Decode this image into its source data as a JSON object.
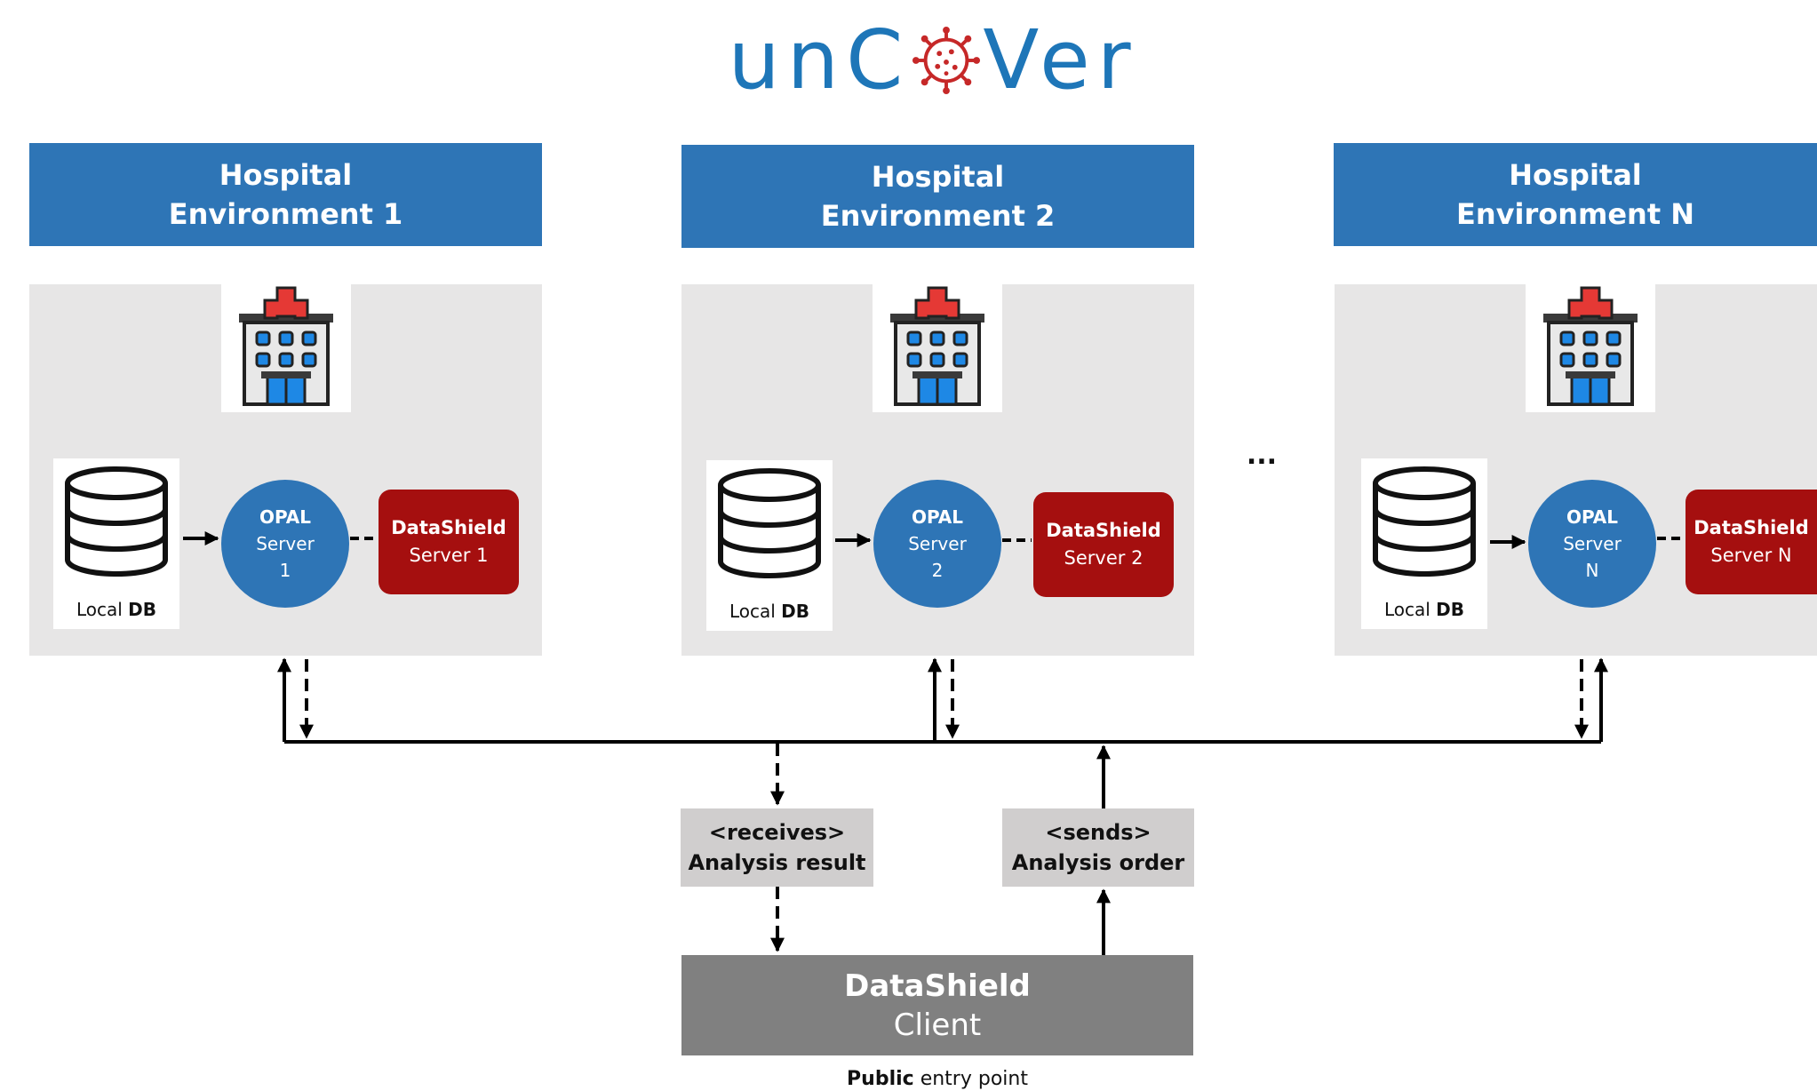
{
  "logo": {
    "text_before": "unC",
    "text_after": "Ver",
    "emblem_icon": "virus-icon"
  },
  "environments": [
    {
      "header_line1": "Hospital",
      "header_line2": "Environment 1",
      "db_label_prefix": "Local ",
      "db_label_bold": "DB",
      "opal_line1": "OPAL",
      "opal_line2": "Server",
      "opal_line3": "1",
      "ds_line1": "DataShield",
      "ds_line2": "Server 1"
    },
    {
      "header_line1": "Hospital",
      "header_line2": "Environment 2",
      "db_label_prefix": "Local ",
      "db_label_bold": "DB",
      "opal_line1": "OPAL",
      "opal_line2": "Server",
      "opal_line3": "2",
      "ds_line1": "DataShield",
      "ds_line2": "Server 2"
    },
    {
      "header_line1": "Hospital",
      "header_line2": "Environment N",
      "db_label_prefix": "Local ",
      "db_label_bold": "DB",
      "opal_line1": "OPAL",
      "opal_line2": "Server",
      "opal_line3": "N",
      "ds_line1": "DataShield",
      "ds_line2": "Server N"
    }
  ],
  "ellipsis": "...",
  "receives_box": {
    "line1": "<receives>",
    "line2": "Analysis result"
  },
  "sends_box": {
    "line1": "<sends>",
    "line2": "Analysis order"
  },
  "client": {
    "line1": "DataShield",
    "line2": "Client"
  },
  "entry_point": {
    "bold": "Public",
    "rest": " entry point"
  },
  "colors": {
    "brand_blue": "#2e75b6",
    "logo_blue": "#1e76b8",
    "virus_red": "#c62828",
    "datashield_red": "#a50f0f",
    "env_background": "#e7e6e6",
    "message_box": "#d0cece",
    "client_gray": "#808080"
  }
}
